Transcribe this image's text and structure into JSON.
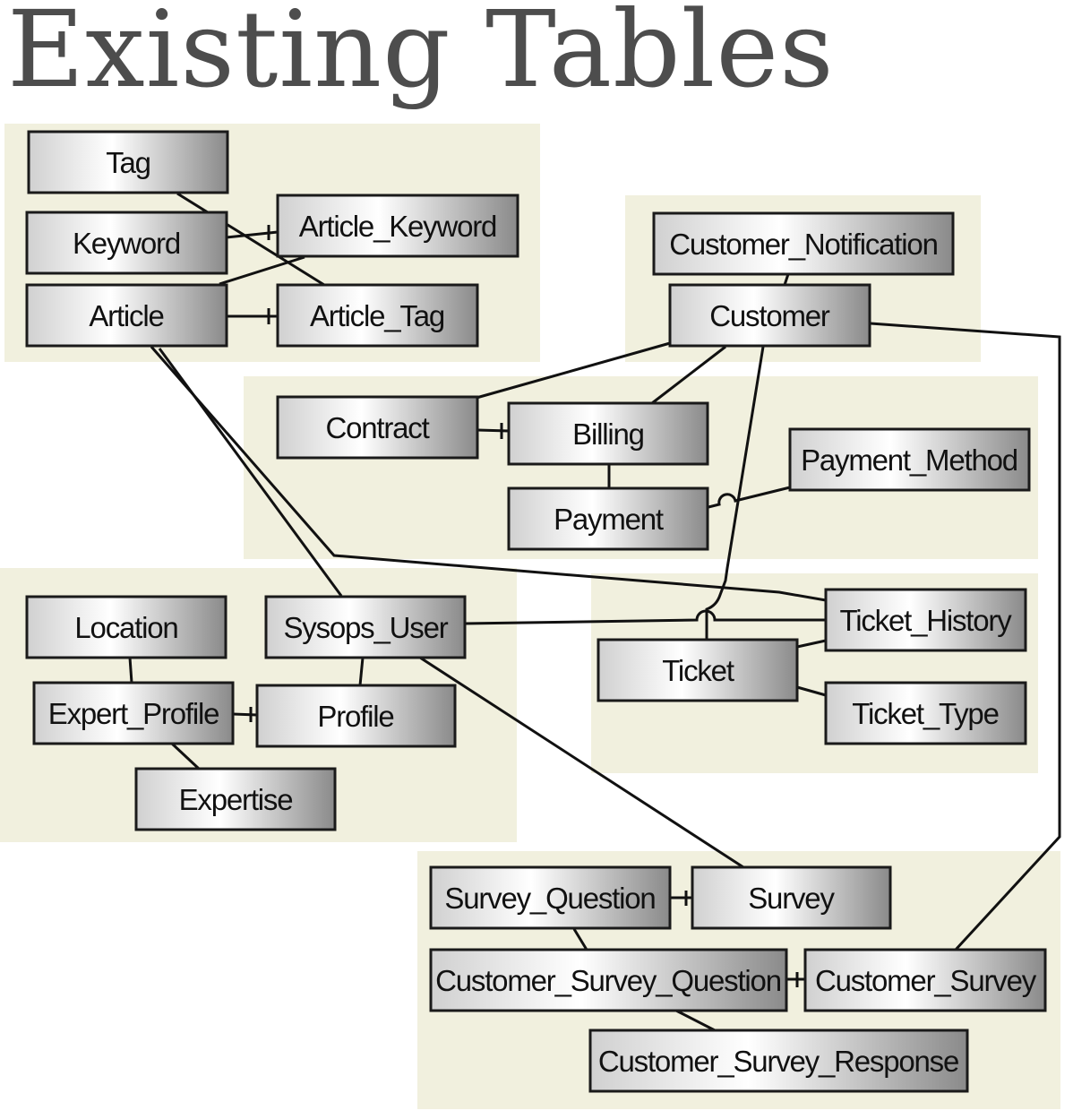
{
  "title": "Existing Tables",
  "colors": {
    "group_fill": "#f1f0de",
    "box_stroke": "#1a1a1a",
    "box_gradient_light": "#ffffff",
    "box_gradient_dark": "#8a8a8a",
    "connector": "#111111"
  },
  "entities": {
    "tag": "Tag",
    "keyword": "Keyword",
    "article": "Article",
    "article_keyword": "Article_Keyword",
    "article_tag": "Article_Tag",
    "customer_notification": "Customer_Notification",
    "customer": "Customer",
    "contract": "Contract",
    "billing": "Billing",
    "payment": "Payment",
    "payment_method": "Payment_Method",
    "location": "Location",
    "sysops_user": "Sysops_User",
    "expert_profile": "Expert_Profile",
    "profile": "Profile",
    "expertise": "Expertise",
    "ticket_history": "Ticket_History",
    "ticket": "Ticket",
    "ticket_type": "Ticket_Type",
    "survey_question": "Survey_Question",
    "survey": "Survey",
    "customer_survey_question": "Customer_Survey_Question",
    "customer_survey": "Customer_Survey",
    "customer_survey_response": "Customer_Survey_Response"
  }
}
